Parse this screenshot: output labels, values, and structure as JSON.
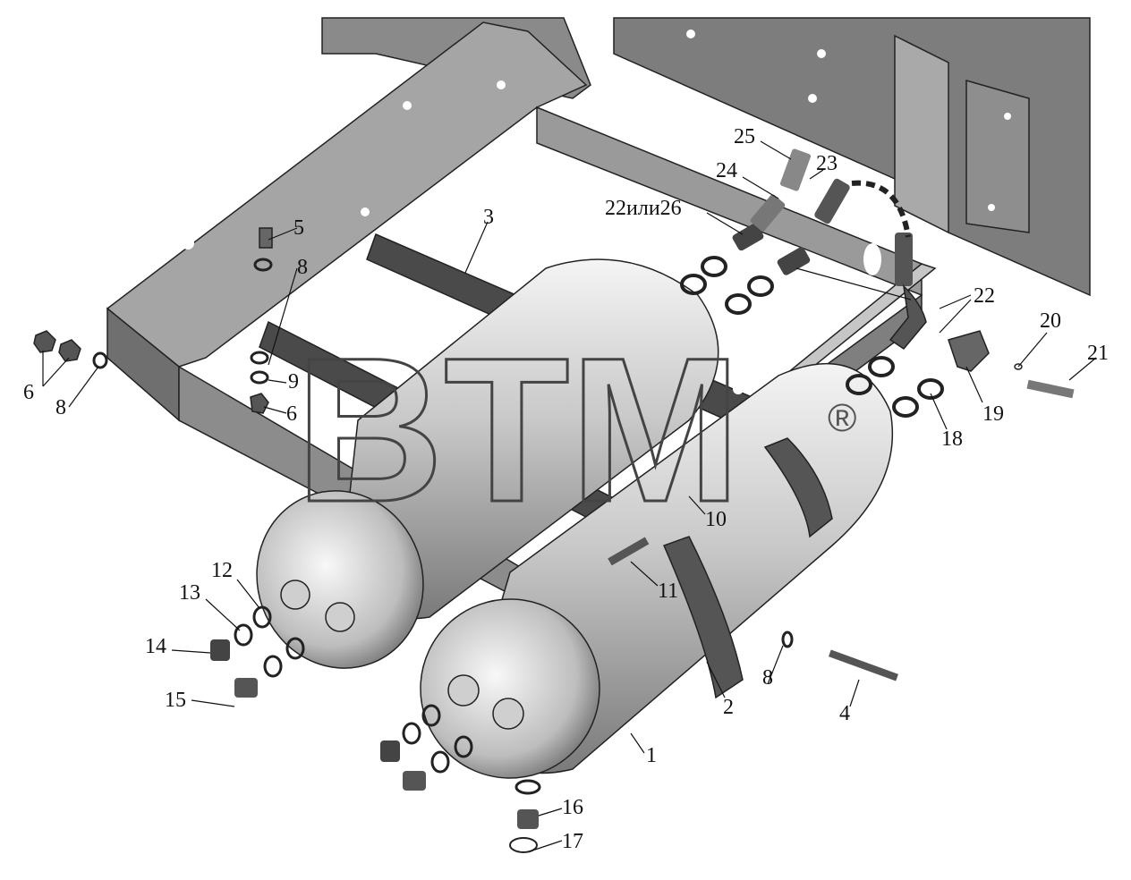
{
  "watermark": {
    "text": "BTM",
    "registered": "®"
  },
  "labels": [
    {
      "id": "1",
      "text": "1"
    },
    {
      "id": "2",
      "text": "2"
    },
    {
      "id": "3",
      "text": "3"
    },
    {
      "id": "4",
      "text": "4"
    },
    {
      "id": "5",
      "text": "5"
    },
    {
      "id": "6a",
      "text": "6"
    },
    {
      "id": "6b",
      "text": "6"
    },
    {
      "id": "8a",
      "text": "8"
    },
    {
      "id": "8b",
      "text": "8"
    },
    {
      "id": "8c",
      "text": "8"
    },
    {
      "id": "9",
      "text": "9"
    },
    {
      "id": "10",
      "text": "10"
    },
    {
      "id": "11",
      "text": "11"
    },
    {
      "id": "12",
      "text": "12"
    },
    {
      "id": "13",
      "text": "13"
    },
    {
      "id": "14",
      "text": "14"
    },
    {
      "id": "15",
      "text": "15"
    },
    {
      "id": "16",
      "text": "16"
    },
    {
      "id": "17",
      "text": "17"
    },
    {
      "id": "18",
      "text": "18"
    },
    {
      "id": "19",
      "text": "19"
    },
    {
      "id": "20",
      "text": "20"
    },
    {
      "id": "21",
      "text": "21"
    },
    {
      "id": "22a",
      "text": "22или26"
    },
    {
      "id": "22b",
      "text": "22"
    },
    {
      "id": "23",
      "text": "23"
    },
    {
      "id": "24",
      "text": "24"
    },
    {
      "id": "25",
      "text": "25"
    }
  ]
}
